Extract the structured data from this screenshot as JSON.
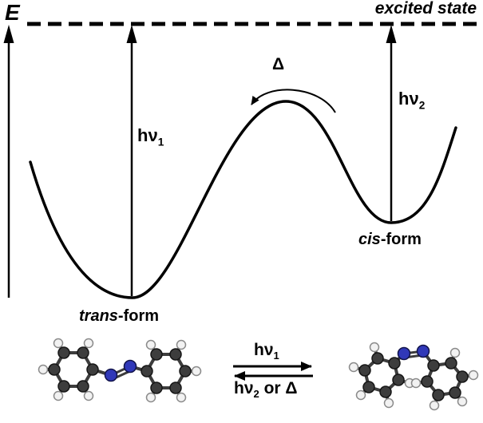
{
  "colors": {
    "line": "#000000",
    "carbon": "#3d3d3d",
    "nitrogen": "#3038b8",
    "hydrogen": "#f2f2f2"
  },
  "diagram": {
    "axis_label": "E",
    "excited_state_label": "excited state",
    "hv1_base": "hν",
    "hv1_sub": "1",
    "hv2_base": "hν",
    "hv2_sub": "2",
    "delta_label": "Δ",
    "trans_italic": "trans",
    "trans_suffix": "-form",
    "cis_italic": "cis",
    "cis_suffix": "-form"
  },
  "reaction": {
    "forward_base": "hν",
    "forward_sub": "1",
    "reverse_base": "hν",
    "reverse_sub": "2",
    "reverse_suffix": " or Δ"
  }
}
